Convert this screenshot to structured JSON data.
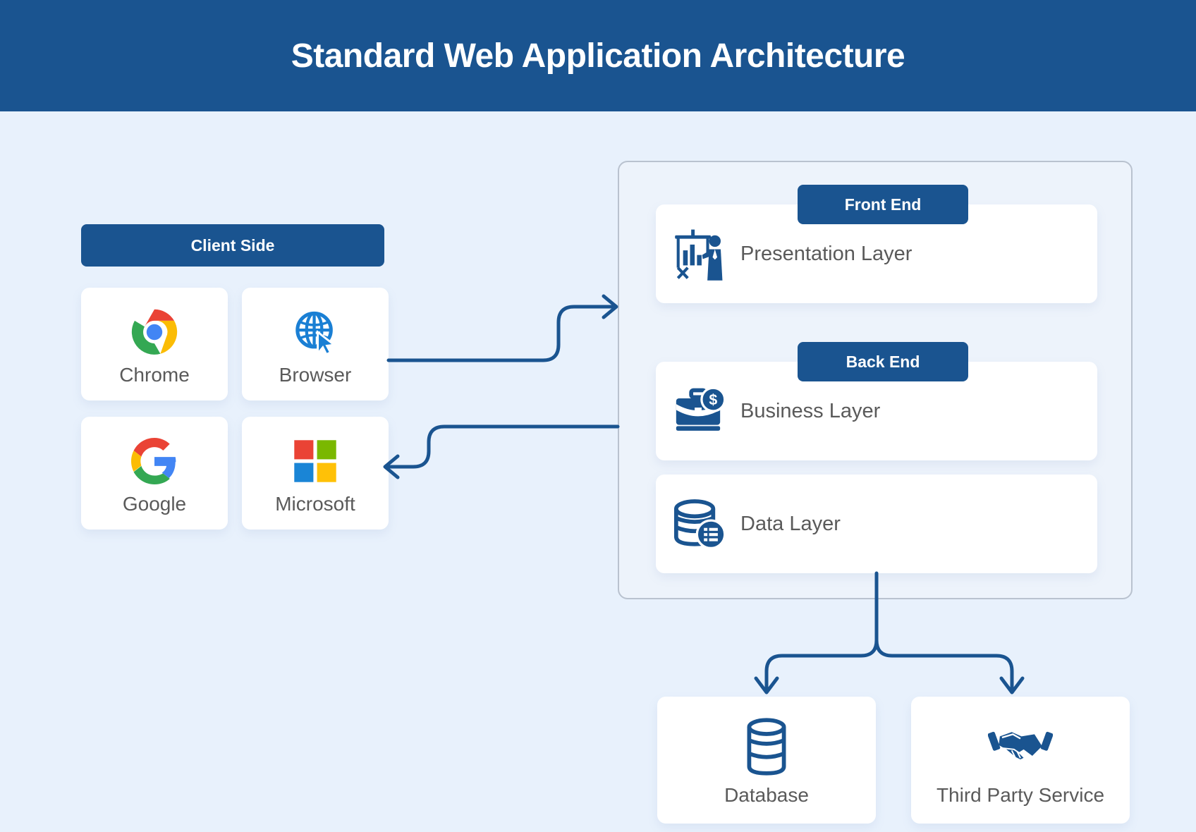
{
  "header": {
    "title": "Standard Web Application Architecture"
  },
  "colors": {
    "header_bg": "#1a5490",
    "page_bg": "#e8f1fc",
    "badge_bg": "#1a5490",
    "card_bg": "#ffffff",
    "icon_blue": "#1a5490",
    "browser_blue": "#1a7fd4",
    "connector": "#1a5490",
    "label_text": "#5a5a5a",
    "panel_border": "#b9c2cf",
    "panel_bg": "#edf3fb"
  },
  "client_side": {
    "badge_label": "Client Side",
    "tiles": [
      {
        "label": "Chrome",
        "icon": "chrome-logo-icon"
      },
      {
        "label": "Browser",
        "icon": "globe-cursor-icon"
      },
      {
        "label": "Google",
        "icon": "google-logo-icon"
      },
      {
        "label": "Microsoft",
        "icon": "microsoft-logo-icon"
      }
    ]
  },
  "server_side": {
    "front_end_badge": "Front End",
    "back_end_badge": "Back End",
    "layers": [
      {
        "label": "Presentation Layer",
        "icon": "presenter-chart-icon"
      },
      {
        "label": "Business Layer",
        "icon": "briefcase-dollar-icon"
      },
      {
        "label": "Data Layer",
        "icon": "database-list-icon"
      }
    ]
  },
  "bottom": {
    "cards": [
      {
        "label": "Database",
        "icon": "database-cylinder-icon"
      },
      {
        "label": "Third Party Service",
        "icon": "handshake-icon"
      }
    ]
  },
  "connectors": [
    {
      "name": "client-to-frontend",
      "direction": "right"
    },
    {
      "name": "backend-to-client",
      "direction": "left"
    },
    {
      "name": "data-to-database",
      "direction": "down"
    },
    {
      "name": "data-to-thirdparty",
      "direction": "down"
    }
  ]
}
